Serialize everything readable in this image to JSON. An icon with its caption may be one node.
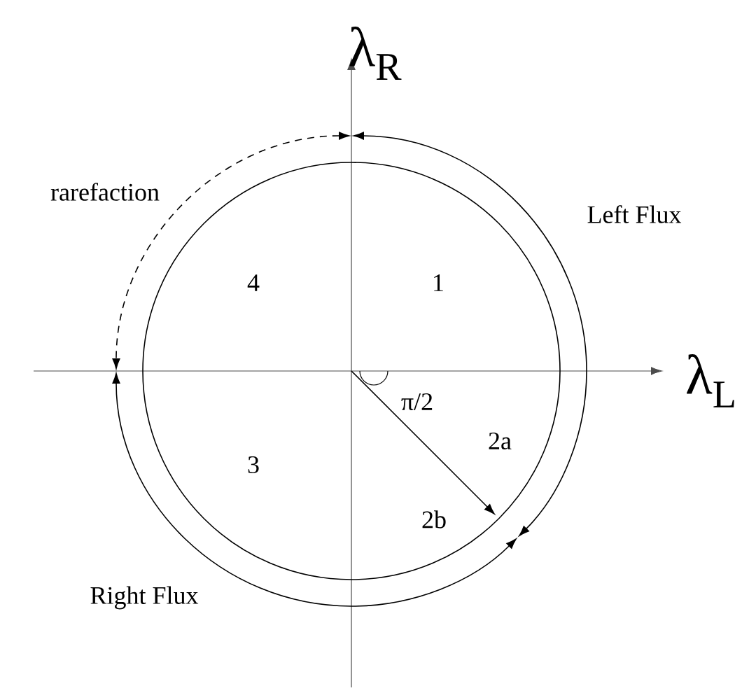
{
  "diagram": {
    "labels": [
      "λ$_{R}$",
      "rarefaction",
      "Left Flux",
      "4",
      "1",
      "λ$_{L}$",
      "π/2",
      "2a",
      "3",
      "2b",
      "Right Flux"
    ]
  }
}
